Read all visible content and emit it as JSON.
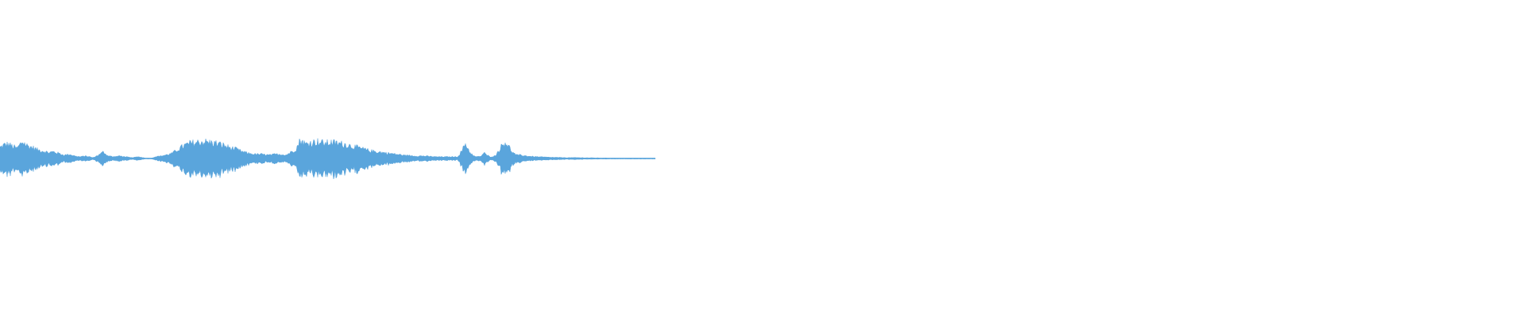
{
  "waveform": {
    "color": "#5aa5dc",
    "played_fraction": 0.43,
    "envelope": [
      [
        0.0,
        0.13
      ],
      [
        0.006,
        0.16
      ],
      [
        0.012,
        0.17
      ],
      [
        0.02,
        0.14
      ],
      [
        0.026,
        0.12
      ],
      [
        0.034,
        0.2
      ],
      [
        0.042,
        0.15
      ],
      [
        0.05,
        0.13
      ],
      [
        0.058,
        0.1
      ],
      [
        0.066,
        0.09
      ],
      [
        0.074,
        0.07
      ],
      [
        0.082,
        0.08
      ],
      [
        0.09,
        0.06
      ],
      [
        0.098,
        0.04
      ],
      [
        0.106,
        0.05
      ],
      [
        0.114,
        0.03
      ],
      [
        0.122,
        0.02
      ],
      [
        0.13,
        0.03
      ],
      [
        0.137,
        0.02
      ],
      [
        0.142,
        0.01
      ],
      [
        0.152,
        0.05
      ],
      [
        0.158,
        0.08
      ],
      [
        0.163,
        0.04
      ],
      [
        0.172,
        0.02
      ],
      [
        0.182,
        0.03
      ],
      [
        0.192,
        0.02
      ],
      [
        0.2,
        0.01
      ],
      [
        0.212,
        0.02
      ],
      [
        0.218,
        0.01
      ],
      [
        0.23,
        0.0
      ],
      [
        0.236,
        0.02
      ],
      [
        0.245,
        0.03
      ],
      [
        0.252,
        0.04
      ],
      [
        0.262,
        0.06
      ],
      [
        0.27,
        0.1
      ],
      [
        0.28,
        0.15
      ],
      [
        0.29,
        0.18
      ],
      [
        0.3,
        0.19
      ],
      [
        0.31,
        0.2
      ],
      [
        0.32,
        0.19
      ],
      [
        0.33,
        0.18
      ],
      [
        0.34,
        0.16
      ],
      [
        0.35,
        0.13
      ],
      [
        0.36,
        0.11
      ],
      [
        0.37,
        0.08
      ],
      [
        0.38,
        0.06
      ],
      [
        0.39,
        0.05
      ],
      [
        0.4,
        0.05
      ],
      [
        0.41,
        0.04
      ],
      [
        0.42,
        0.05
      ],
      [
        0.43,
        0.05
      ],
      [
        0.436,
        0.04
      ],
      [
        0.44,
        0.06
      ],
      [
        0.447,
        0.09
      ],
      [
        0.452,
        0.12
      ],
      [
        0.458,
        0.22
      ],
      [
        0.466,
        0.17
      ],
      [
        0.475,
        0.19
      ],
      [
        0.485,
        0.2
      ],
      [
        0.495,
        0.18
      ],
      [
        0.505,
        0.19
      ],
      [
        0.515,
        0.18
      ],
      [
        0.525,
        0.17
      ],
      [
        0.535,
        0.15
      ],
      [
        0.545,
        0.13
      ],
      [
        0.555,
        0.11
      ],
      [
        0.565,
        0.09
      ],
      [
        0.575,
        0.08
      ],
      [
        0.585,
        0.07
      ],
      [
        0.595,
        0.06
      ],
      [
        0.605,
        0.05
      ],
      [
        0.615,
        0.04
      ],
      [
        0.625,
        0.035
      ],
      [
        0.635,
        0.03
      ],
      [
        0.645,
        0.03
      ],
      [
        0.655,
        0.025
      ],
      [
        0.665,
        0.02
      ],
      [
        0.675,
        0.02
      ],
      [
        0.685,
        0.02
      ],
      [
        0.692,
        0.02
      ],
      [
        0.698,
        0.02
      ],
      [
        0.705,
        0.1
      ],
      [
        0.71,
        0.18
      ],
      [
        0.716,
        0.08
      ],
      [
        0.722,
        0.03
      ],
      [
        0.728,
        0.02
      ],
      [
        0.734,
        0.03
      ],
      [
        0.738,
        0.07
      ],
      [
        0.742,
        0.04
      ],
      [
        0.748,
        0.02
      ],
      [
        0.755,
        0.03
      ],
      [
        0.76,
        0.09
      ],
      [
        0.765,
        0.15
      ],
      [
        0.771,
        0.2
      ],
      [
        0.776,
        0.14
      ],
      [
        0.782,
        0.07
      ],
      [
        0.788,
        0.04
      ],
      [
        0.795,
        0.04
      ],
      [
        0.802,
        0.03
      ],
      [
        0.81,
        0.025
      ],
      [
        0.82,
        0.02
      ],
      [
        0.835,
        0.015
      ],
      [
        0.85,
        0.012
      ],
      [
        0.865,
        0.01
      ],
      [
        0.88,
        0.01
      ],
      [
        0.9,
        0.008
      ],
      [
        0.92,
        0.006
      ],
      [
        0.94,
        0.005
      ],
      [
        0.96,
        0.004
      ],
      [
        0.98,
        0.003
      ],
      [
        1.0,
        0.002
      ]
    ]
  }
}
